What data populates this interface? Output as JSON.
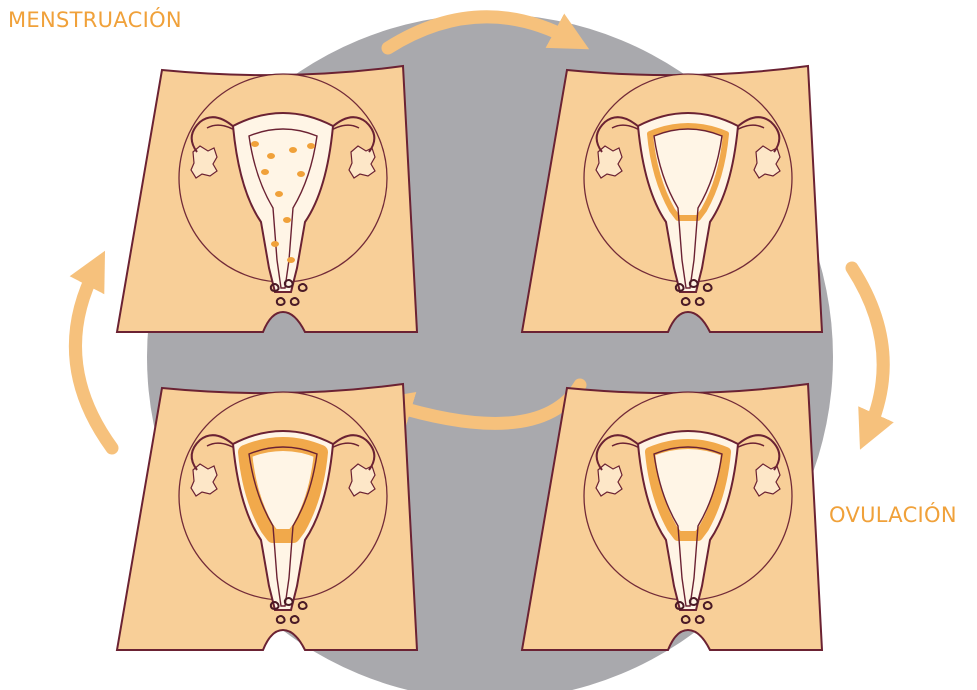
{
  "labels": {
    "menstruation": "MENSTRUACIÓN",
    "ovulation": "OVULACIÓN"
  },
  "colors": {
    "background": "#ffffff",
    "disc": "#a9a9ad",
    "skin": "#f8cf98",
    "outline": "#6b2233",
    "lining": "#f0a13a",
    "arrow": "#f6c17c",
    "label": "#f0a13a"
  },
  "panels": [
    {
      "id": "top-left",
      "phase": "menstruation",
      "flow_spots": true,
      "lining_thickness": 0
    },
    {
      "id": "top-right",
      "phase": "follicular",
      "flow_spots": false,
      "lining_thickness": 6
    },
    {
      "id": "bottom-right",
      "phase": "ovulation",
      "flow_spots": false,
      "lining_thickness": 10
    },
    {
      "id": "bottom-left",
      "phase": "luteal",
      "flow_spots": false,
      "lining_thickness": 14
    }
  ],
  "arrows": [
    {
      "id": "arrow-top",
      "direction": "right"
    },
    {
      "id": "arrow-right",
      "direction": "down"
    },
    {
      "id": "arrow-bottom",
      "direction": "left"
    },
    {
      "id": "arrow-left",
      "direction": "up"
    }
  ]
}
